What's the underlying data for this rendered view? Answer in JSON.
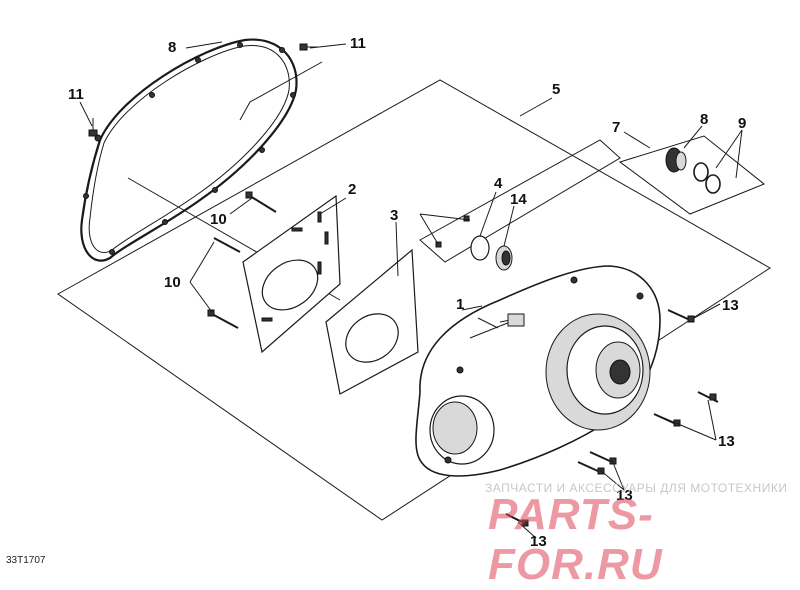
{
  "diagram_code": "33T1707",
  "watermark": {
    "caption": "ЗАПЧАСТИ И АКСЕССУАРЫ ДЛЯ МОТОТЕХНИКИ",
    "brand": "PARTS-FOR.RU"
  },
  "callouts": {
    "c1": "1",
    "c2": "2",
    "c3": "3",
    "c4": "4",
    "c5": "5",
    "c7": "7",
    "c8a": "8",
    "c8b": "8",
    "c9": "9",
    "c10a": "10",
    "c10b": "10",
    "c11a": "11",
    "c11b": "11",
    "c13a": "13",
    "c13b": "13",
    "c13c": "13",
    "c13d": "13",
    "c14": "14"
  }
}
